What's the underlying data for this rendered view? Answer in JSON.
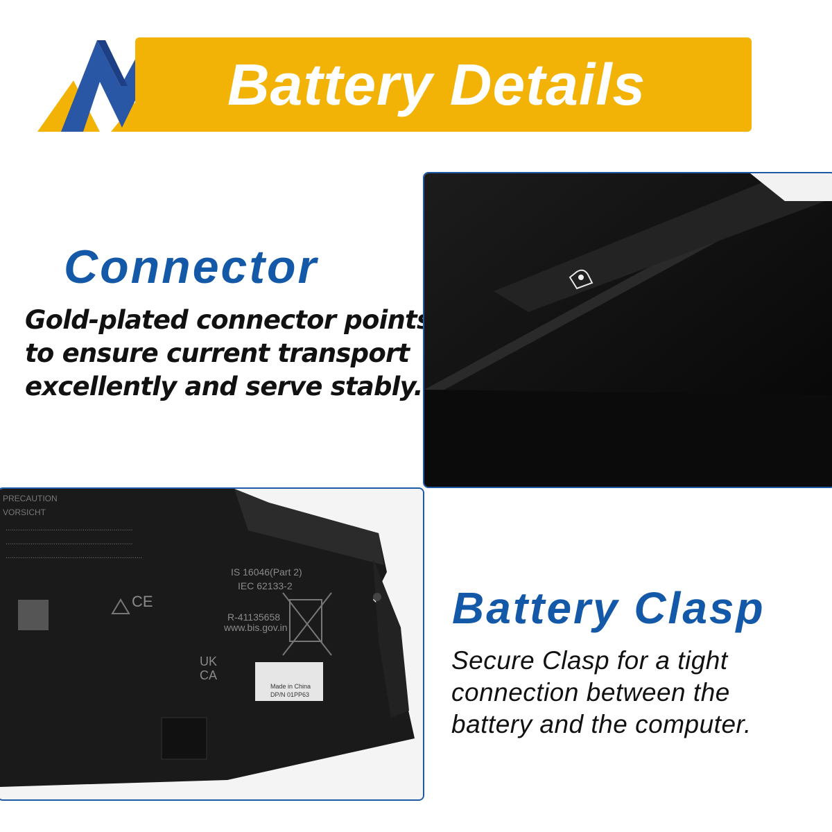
{
  "header": {
    "title": "Battery Details",
    "banner_color": "#f3b306",
    "logo": "brand-logo"
  },
  "connector": {
    "title": "Connector",
    "lines": [
      "Gold-plated connector points",
      "to ensure current transport",
      "excellently and serve stably."
    ],
    "image": "battery-connector-closeup"
  },
  "clasp": {
    "title": "Battery Clasp",
    "lines": [
      "Secure Clasp for a tight",
      "connection between the",
      "battery and the computer."
    ],
    "image": "battery-clasp-closeup"
  },
  "label": {
    "cert": [
      "IS 16046(Part 2)",
      "IEC 62133-2"
    ],
    "reg": "R-41135658",
    "site": "www.bis.gov.in",
    "sticker": [
      "DP/N 01PP63",
      "Made in China"
    ],
    "precaution": "PRECAUTION",
    "vorsicht": "VORSICHT",
    "ce": "CE",
    "ukca": [
      "UK",
      "CA"
    ]
  },
  "colors": {
    "title_blue": "#1459a7",
    "frame_blue": "#1d5aa6",
    "logo_blue": "#2a56a6",
    "logo_yellow": "#f3b306"
  }
}
